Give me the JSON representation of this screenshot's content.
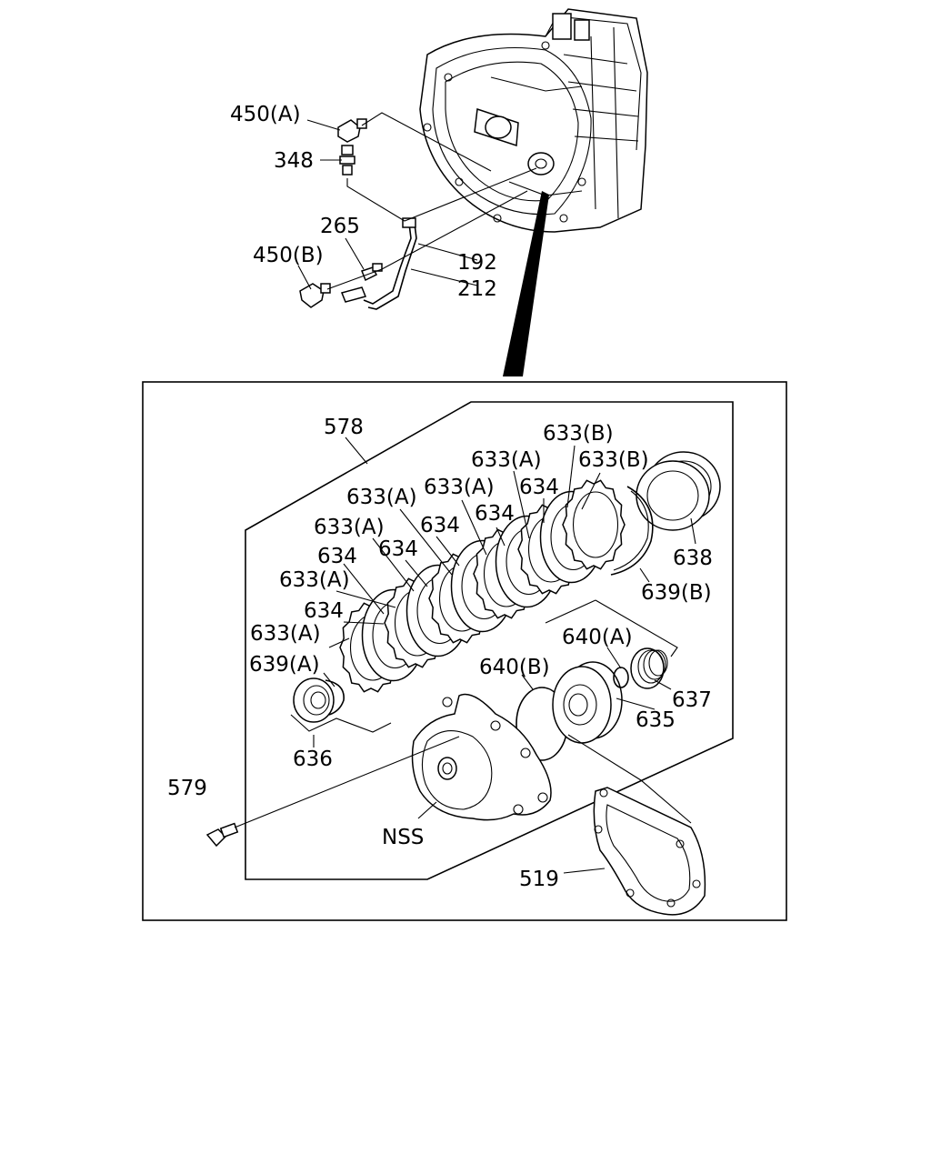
{
  "callouts": {
    "c450a": "450(A)",
    "c348": "348",
    "c265": "265",
    "c450b": "450(B)",
    "c192": "192",
    "c212": "212",
    "c578": "578",
    "c633b_1": "633(B)",
    "c633a_1": "633(A)",
    "c633b_2": "633(B)",
    "c633a_2": "633(A)",
    "c634_1": "634",
    "c633a_3": "633(A)",
    "c634_2": "634",
    "c633a_4": "633(A)",
    "c634_3": "634",
    "c634_4": "634",
    "c634_5": "634",
    "c633a_5": "633(A)",
    "c634_6": "634",
    "c633a_6": "633(A)",
    "c639a": "639(A)",
    "c638": "638",
    "c639b": "639(B)",
    "c640a": "640(A)",
    "c640b": "640(B)",
    "c637": "637",
    "c635": "635",
    "c636": "636",
    "c579": "579",
    "cnss": "NSS",
    "c519": "519"
  }
}
